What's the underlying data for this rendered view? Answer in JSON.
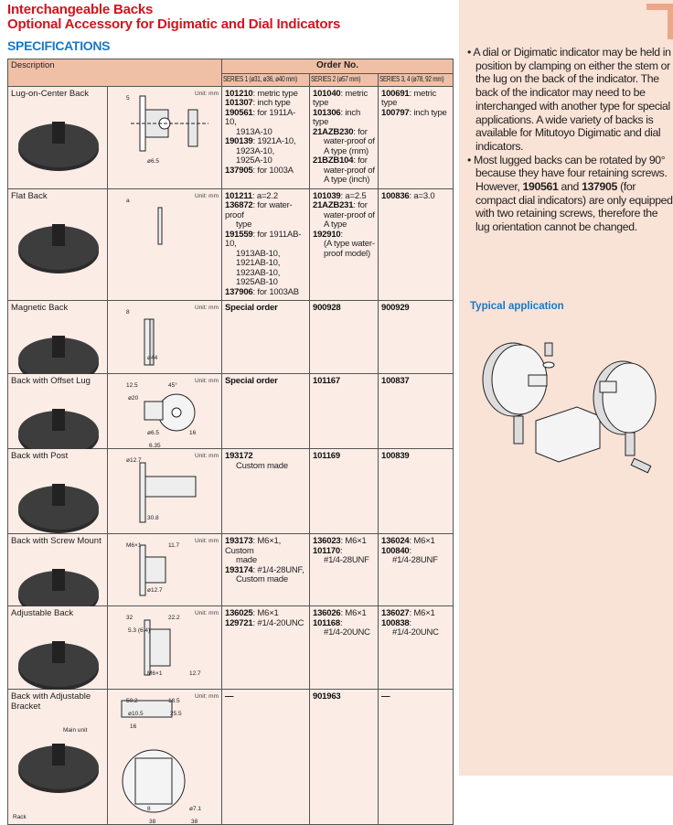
{
  "header": {
    "title_line1": "Interchangeable Backs",
    "title_line2": "Optional Accessory for Digimatic and Dial Indicators",
    "section": "SPECIFICATIONS"
  },
  "table": {
    "col_description": "Description",
    "col_order": "Order No.",
    "series": [
      "SERIES 1 (ø31, ø36, ø40 mm)",
      "SERIES 2 (ø57 mm)",
      "SERIES 3, 4 (ø78, 92 mm)"
    ],
    "unit": "Unit: mm",
    "rows": [
      {
        "name": "Lug-on-Center Back",
        "s1": [
          [
            "101210",
            ": metric type"
          ],
          [
            "101307",
            ": inch type"
          ],
          [
            "190561",
            ": for 1911A-10,"
          ],
          [
            "",
            "1913A-10"
          ],
          [
            "190139",
            ": 1921A-10,"
          ],
          [
            "",
            "1923A-10,"
          ],
          [
            "",
            "1925A-10"
          ],
          [
            "137905",
            ": for 1003A"
          ]
        ],
        "s2": [
          [
            "101040",
            ": metric type"
          ],
          [
            "101306",
            ": inch type"
          ],
          [
            "21AZB230",
            ": for"
          ],
          [
            "",
            "water-proof of"
          ],
          [
            "",
            "A type (mm)"
          ],
          [
            "21BZB104",
            ": for"
          ],
          [
            "",
            "water-proof of"
          ],
          [
            "",
            "A type (inch)"
          ]
        ],
        "s3": [
          [
            "100691",
            ": metric type"
          ],
          [
            "100797",
            ": inch type"
          ]
        ],
        "dims": [
          "5",
          "ø6.5"
        ]
      },
      {
        "name": "Flat Back",
        "s1": [
          [
            "101211",
            ": a=2.2"
          ],
          [
            "136872",
            ": for water-proof"
          ],
          [
            "",
            "type"
          ],
          [
            "191559",
            ": for 1911AB-10,"
          ],
          [
            "",
            "1913AB-10, 1921AB-10,"
          ],
          [
            "",
            "1923AB-10, 1925AB-10"
          ],
          [
            "137906",
            ": for 1003AB"
          ]
        ],
        "s2": [
          [
            "101039",
            ": a=2.5"
          ],
          [
            "21AZB231",
            ": for"
          ],
          [
            "",
            "water-proof of"
          ],
          [
            "",
            "A type"
          ],
          [
            "192910",
            ":"
          ],
          [
            "",
            "(A type water-"
          ],
          [
            "",
            "proof model)"
          ]
        ],
        "s3": [
          [
            "100836",
            ": a=3.0"
          ]
        ],
        "dims": [
          "a"
        ]
      },
      {
        "name": "Magnetic Back",
        "s1": [
          [
            "Special order",
            ""
          ]
        ],
        "s2": [
          [
            "900928",
            ""
          ]
        ],
        "s3": [
          [
            "900929",
            ""
          ]
        ],
        "dims": [
          "8",
          "ø44"
        ]
      },
      {
        "name": "Back with Offset Lug",
        "s1": [
          [
            "Special order",
            ""
          ]
        ],
        "s2": [
          [
            "101167",
            ""
          ]
        ],
        "s3": [
          [
            "100837",
            ""
          ]
        ],
        "dims": [
          "12.5",
          "ø6.5",
          "45°",
          "16",
          "ø20",
          "6.35"
        ]
      },
      {
        "name": "Back with Post",
        "s1": [
          [
            "193172",
            ""
          ],
          [
            "",
            "Custom made"
          ]
        ],
        "s2": [
          [
            "101169",
            ""
          ]
        ],
        "s3": [
          [
            "100839",
            ""
          ]
        ],
        "dims": [
          "ø12.7",
          "30.8"
        ]
      },
      {
        "name": "Back with Screw Mount",
        "s1": [
          [
            "193173",
            ": M6×1, Custom"
          ],
          [
            "",
            "made"
          ],
          [
            "193174",
            ": #1/4-28UNF,"
          ],
          [
            "",
            "Custom made"
          ]
        ],
        "s2": [
          [
            "136023",
            ": M6×1"
          ],
          [
            "101170",
            ":"
          ],
          [
            "",
            "#1/4-28UNF"
          ]
        ],
        "s3": [
          [
            "136024",
            ": M6×1"
          ],
          [
            "100840",
            ":"
          ],
          [
            "",
            "#1/4-28UNF"
          ]
        ],
        "dims": [
          "M6×1",
          "ø12.7",
          "11.7"
        ]
      },
      {
        "name": "Adjustable Back",
        "s1": [
          [
            "136025",
            ": M6×1"
          ],
          [
            "129721",
            ": #1/4-20UNC"
          ]
        ],
        "s2": [
          [
            "136026",
            ": M6×1"
          ],
          [
            "101168",
            ":"
          ],
          [
            "",
            "#1/4-20UNC"
          ]
        ],
        "s3": [
          [
            "136027",
            ": M6×1"
          ],
          [
            "100838",
            ":"
          ],
          [
            "",
            "#1/4-20UNC"
          ]
        ],
        "dims": [
          "32",
          "M6×1",
          "22.2",
          "12.7",
          "5.3 (6.4)"
        ]
      },
      {
        "name": "Back with Adjustable Bracket",
        "s1": [
          [
            "—",
            ""
          ]
        ],
        "s2": [
          [
            "901963",
            ""
          ]
        ],
        "s3": [
          [
            "—",
            ""
          ]
        ],
        "dims": [
          "50.2",
          "8",
          "18.5",
          "ø7.1",
          "ø10.5",
          "38",
          "25.5",
          "38",
          "16"
        ],
        "labels": [
          "Main unit",
          "Rack"
        ]
      }
    ]
  },
  "side": {
    "notes": [
      [
        [
          "",
          "A dial or Digimatic indicator may be held in position by clamping on either the stem or the lug on the back of the indicator. The back of the indicator may need to be interchanged with another type for special applications. A wide variety of backs is available for Mitutoyo Digimatic and dial indicators."
        ]
      ],
      [
        [
          "",
          "Most lugged backs can be rotated by 90° because they have four retaining screws. However, "
        ],
        [
          "190561",
          ""
        ],
        [
          "",
          " and "
        ],
        [
          "137905",
          ""
        ],
        [
          "",
          " (for compact dial indicators) are only equipped with two retaining screws, therefore the lug orientation cannot be changed."
        ]
      ]
    ],
    "typical_application": "Typical application"
  },
  "colors": {
    "title": "#d2141e",
    "section": "#1a78c2",
    "header_bg": "#efbfa6",
    "cell_bg": "#fbece6",
    "side_bg": "#f9e2d6"
  }
}
